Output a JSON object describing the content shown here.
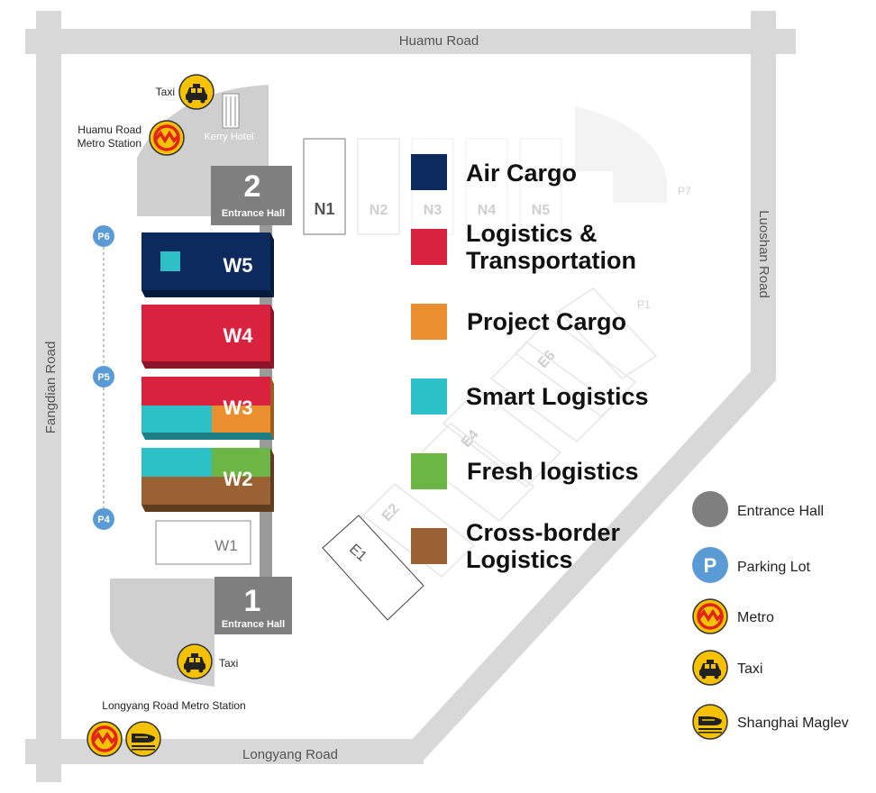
{
  "roads": {
    "north": "Huamu Road",
    "west": "Fangdian Road",
    "east": "Luoshan Road",
    "south": "Longyang Road"
  },
  "landmarks": {
    "taxi_north": "Taxi",
    "huamu_metro": [
      "Huamu Road",
      "Metro Station"
    ],
    "kerry_hotel": "Kerry Hotel",
    "taxi_south": "Taxi",
    "longyang_metro": "Longyang Road Metro Station"
  },
  "entrances": [
    {
      "number": "2",
      "label": "Entrance Hall"
    },
    {
      "number": "1",
      "label": "Entrance Hall"
    }
  ],
  "parking": [
    "P6",
    "P5",
    "P4"
  ],
  "halls": {
    "west": [
      "W5",
      "W4",
      "W3",
      "W2",
      "W1"
    ],
    "north": [
      "N1",
      "N2",
      "N3",
      "N4",
      "N5"
    ],
    "east": [
      "E1",
      "E2",
      "E4",
      "E6"
    ],
    "other": [
      "P7",
      "P1"
    ]
  },
  "legend": [
    {
      "label": [
        "Air Cargo"
      ],
      "color": "#0c2a5e"
    },
    {
      "label": [
        "Logistics &",
        "Transportation"
      ],
      "color": "#d8223e"
    },
    {
      "label": [
        "Project Cargo"
      ],
      "color": "#e98f2f"
    },
    {
      "label": [
        "Smart Logistics"
      ],
      "color": "#2ec0c7"
    },
    {
      "label": [
        "Fresh logistics"
      ],
      "color": "#6db544"
    },
    {
      "label": [
        "Cross-border",
        "Logistics"
      ],
      "color": "#9a6132"
    }
  ],
  "key": [
    {
      "label": "Entrance Hall",
      "icon": "entrance-hall-icon"
    },
    {
      "label": "Parking Lot",
      "icon": "parking-icon"
    },
    {
      "label": "Metro",
      "icon": "metro-icon"
    },
    {
      "label": "Taxi",
      "icon": "taxi-icon"
    },
    {
      "label": "Shanghai Maglev",
      "icon": "maglev-icon"
    }
  ],
  "colors": {
    "road": "#d8d8d8",
    "entrance": "#7f7f7f",
    "parking": "#5b9bd5",
    "icon_yellow": "#f6c200",
    "metro_red": "#e2231a"
  }
}
